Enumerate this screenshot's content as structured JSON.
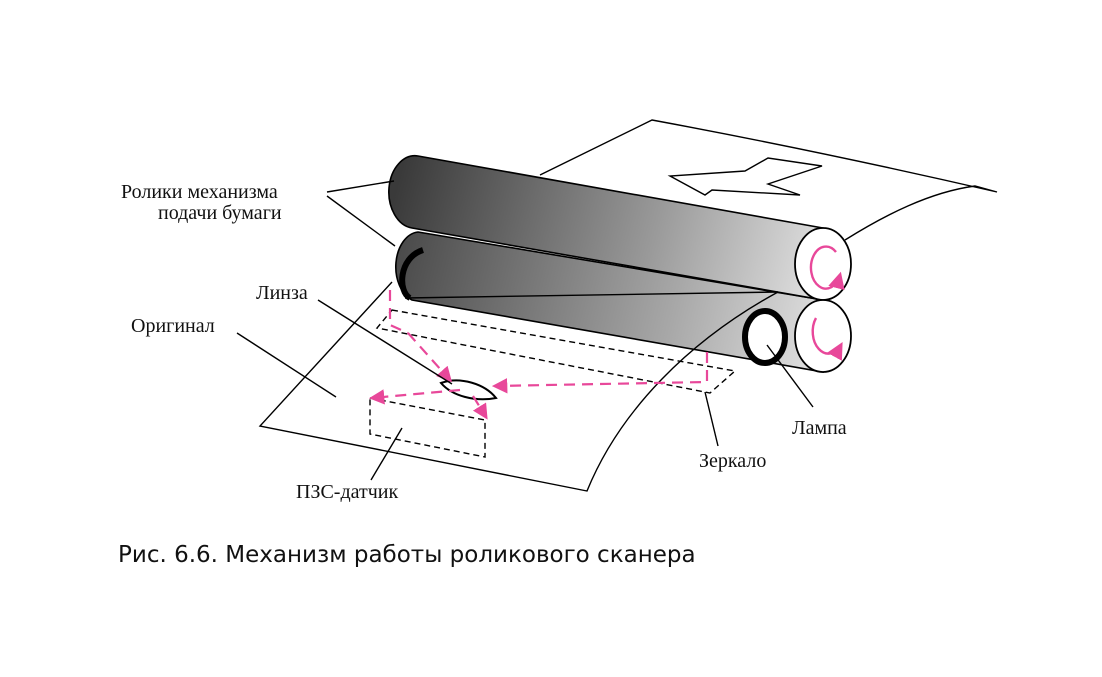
{
  "diagram": {
    "labels": {
      "rollers_line1": "Ролики механизма",
      "rollers_line2": "подачи бумаги",
      "lens": "Линза",
      "original": "Оригинал",
      "ccd_sensor": "ПЗС-датчик",
      "mirror": "Зеркало",
      "lamp": "Лампа"
    },
    "colors": {
      "light_path": "#e8489a",
      "outline": "#000000",
      "roller_dark": "#3a3a3a",
      "roller_light": "#f2f2f2"
    }
  },
  "caption": "Рис. 6.6. Механизм работы роликового сканера"
}
